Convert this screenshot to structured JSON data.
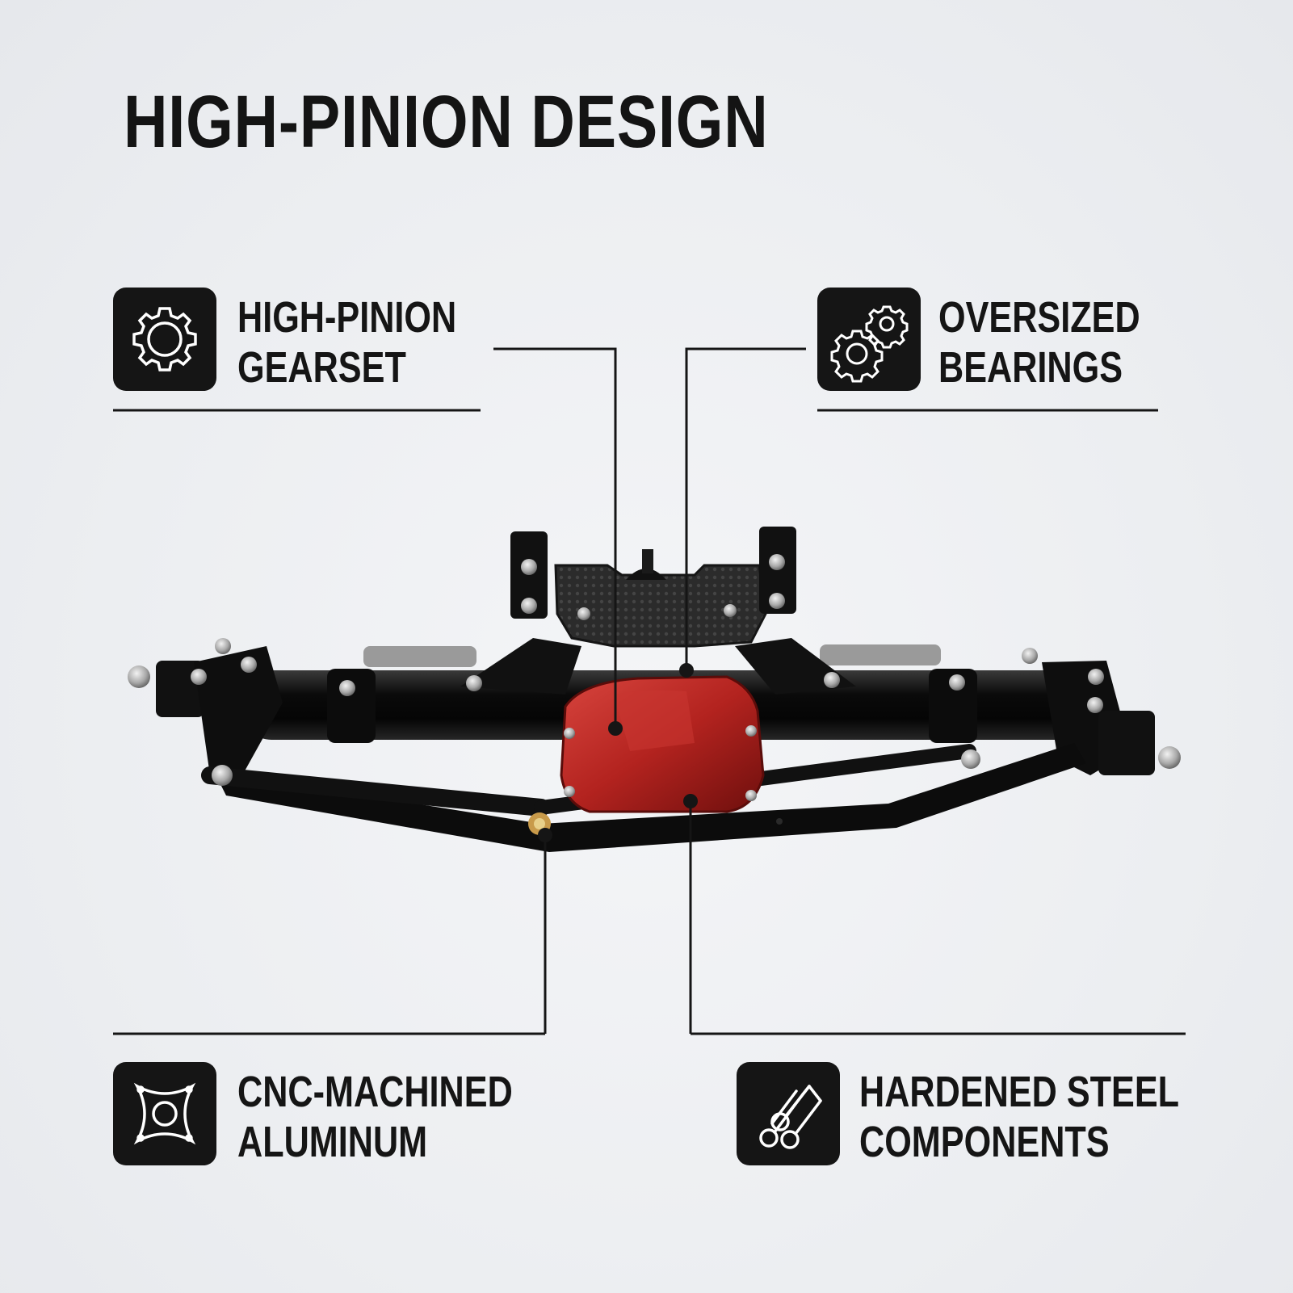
{
  "title": "HIGH-PINION DESIGN",
  "features": [
    {
      "id": "gearset",
      "line1": "HIGH-PINION",
      "line2": "GEARSET",
      "icon": "gear-icon"
    },
    {
      "id": "bearings",
      "line1": "OVERSIZED",
      "line2": "BEARINGS",
      "icon": "gears-icon"
    },
    {
      "id": "aluminum",
      "line1": "CNC-MACHINED",
      "line2": "ALUMINUM",
      "icon": "machined-plate-icon"
    },
    {
      "id": "steel",
      "line1": "HARDENED STEEL",
      "line2": "COMPONENTS",
      "icon": "steel-rods-icon"
    }
  ],
  "colors": {
    "background": "#eceef1",
    "ink": "#151515",
    "axle_body": "#0d0d0d",
    "diff_cover": "#b3231f"
  }
}
